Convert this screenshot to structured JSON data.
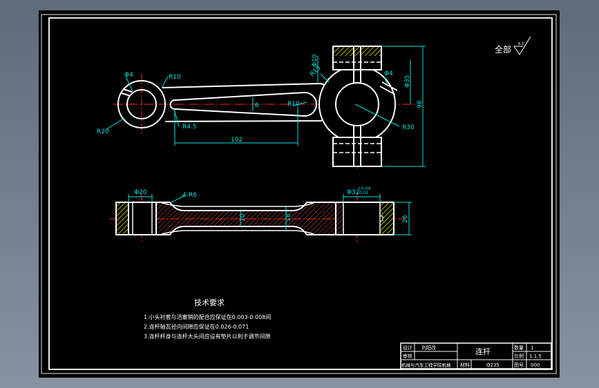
{
  "colors": {
    "background": "#000000",
    "outline": "#ffffff",
    "dimension": "#00e5e5",
    "centerline": "#ff2020",
    "hatch": "#ffff00",
    "frame": "#e8e8e8"
  },
  "roughness": {
    "label": "全部",
    "value": "6.3"
  },
  "dims_top": {
    "phi4_small": "Φ4",
    "r10_top": "R10",
    "r20": "R20",
    "r45": "R4.5",
    "dim_6": "6",
    "r10_mid": "R10",
    "length_102": "102",
    "phi10": "Φ10",
    "r15": "R15",
    "phi4_big": "Φ4",
    "phi35": "Φ35",
    "h98": "98",
    "r30": "R30"
  },
  "dims_bottom": {
    "phi20": "Φ20",
    "r6": "4-R6",
    "phi32": "Φ32",
    "tol_upper": "+0.04",
    "tol_lower": "-0.01",
    "d10": "10",
    "d18": "18",
    "d26": "26"
  },
  "tech": {
    "title": "技术要求",
    "items": [
      "1.小头衬套与活塞销的配合应保证在0.003-0.008间",
      "2.连杆轴瓦径向间隙应保证在0.026-0.071",
      "3.连杆杆身与连杆大头间应设有垫片以利于调节间隙"
    ]
  },
  "title_block": {
    "design_label": "设计",
    "design_name": "刘阳改",
    "check_label": "审核",
    "school": "机械与汽车工程学院机械",
    "part_name": "连杆",
    "material_label": "材料",
    "material": "Q235",
    "qty_label": "数量",
    "qty": "1",
    "scale_label": "比例",
    "scale": "1:1.5",
    "drawing_no_label": "图号",
    "drawing_no": "000"
  }
}
